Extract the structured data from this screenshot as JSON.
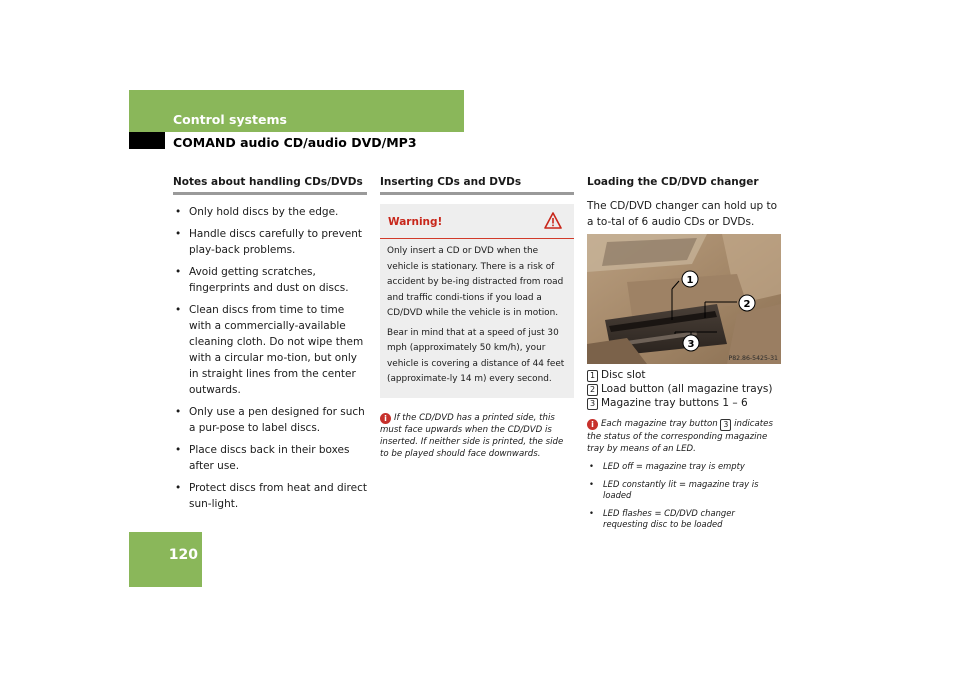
{
  "header": {
    "section": "Control systems",
    "subsection": "COMAND audio CD/audio DVD/MP3"
  },
  "page_number": "120",
  "col1": {
    "heading": "Notes about handling CDs/DVDs",
    "bullets": [
      "Only hold discs by the edge.",
      "Handle discs carefully to prevent play-back problems.",
      "Avoid getting scratches, fingerprints and dust on discs.",
      "Clean discs from time to time with a commercially-available cleaning cloth. Do not wipe them with a circular mo-tion, but only in straight lines from the center outwards.",
      "Only use a pen designed for such a pur-pose to label discs.",
      "Place discs back in their boxes after use.",
      "Protect discs from heat and direct sun-light."
    ]
  },
  "col2": {
    "heading": "Inserting CDs and DVDs",
    "warning_title": "Warning!",
    "warning_p1": "Only insert a CD or DVD when the vehicle is stationary. There is a risk of accident by be-ing distracted from road and traffic condi-tions if you load a CD/DVD while the vehicle is in motion.",
    "warning_p2": "Bear in mind that at a speed of just 30 mph (approximately 50 km/h), your vehicle is covering a distance of 44 feet (approximate-ly 14 m) every second.",
    "info_icon": "i",
    "info": "If the CD/DVD has a printed side, this must face upwards when the CD/DVD is inserted. If neither side is printed, the side to be played should face downwards."
  },
  "col3": {
    "heading": "Loading the CD/DVD changer",
    "intro": "The CD/DVD changer can hold up to a to-tal of 6 audio CDs or DVDs.",
    "photo_code": "P82.86-5425-31",
    "callouts": [
      "1",
      "2",
      "3"
    ],
    "legend": [
      {
        "num": "1",
        "text": "Disc slot"
      },
      {
        "num": "2",
        "text": "Load button (all magazine trays)"
      },
      {
        "num": "3",
        "text": "Magazine tray buttons 1 – 6"
      }
    ],
    "info_icon": "i",
    "info_pre": "Each magazine tray button",
    "info_ref": "3",
    "info_post": "indicates the status of the corresponding magazine tray by means of an LED.",
    "led_bullets": [
      "LED off = magazine tray is empty",
      "LED constantly lit = magazine tray is loaded",
      "LED flashes = CD/DVD changer requesting disc to be loaded"
    ]
  },
  "colors": {
    "accent_green": "#8ab75a",
    "warning_red": "#c8261a",
    "warning_bg": "#eeeeee"
  },
  "icons": [
    "warning-triangle-icon",
    "info-icon"
  ]
}
